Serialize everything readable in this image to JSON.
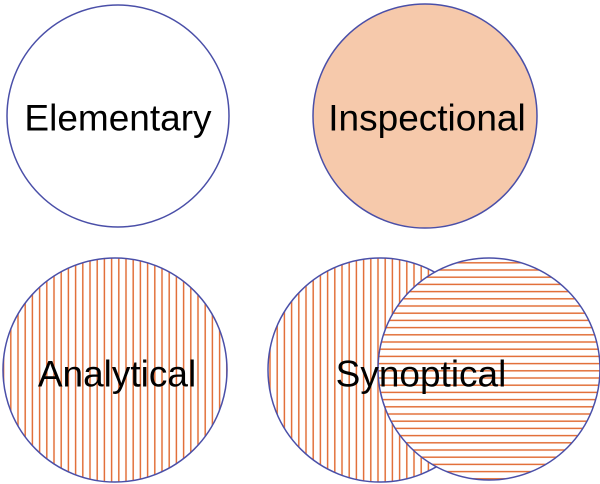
{
  "colors": {
    "outline": "#4A4FA8",
    "peach_fill": "#F6C9AB",
    "hatch": "#E2703A",
    "white_fill": "#FFFFFF"
  },
  "circles": {
    "elementary": {
      "label": "Elementary",
      "fill_style": "white"
    },
    "inspectional": {
      "label": "Inspectional",
      "fill_style": "solid-peach"
    },
    "analytical": {
      "label": "Analytical",
      "fill_style": "vertical-hatch"
    },
    "synoptical": {
      "label": "Synoptical",
      "fill_style": "vertical-and-horizontal-hatch-overlap"
    }
  }
}
